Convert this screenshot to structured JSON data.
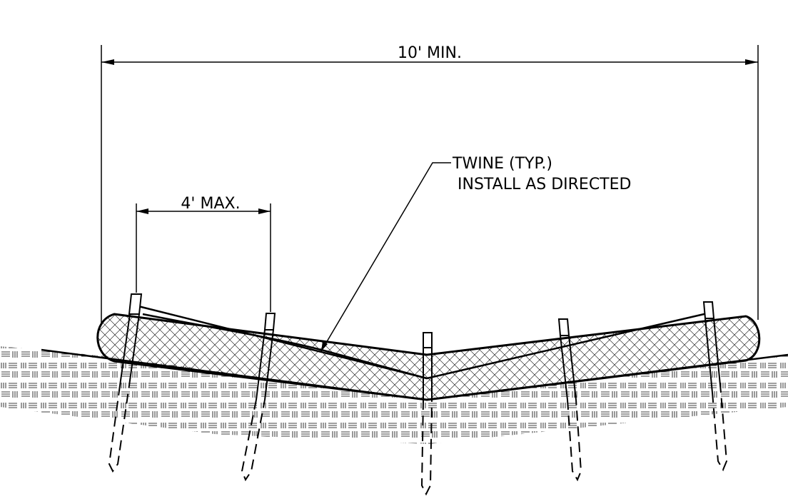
{
  "labels": {
    "overall_width": "10' MIN.",
    "stake_spacing": "4' MAX.",
    "twine_line1": "TWINE (TYP.)",
    "twine_line2": "INSTALL AS DIRECTED"
  },
  "colors": {
    "line": "#000000",
    "background": "#ffffff"
  }
}
